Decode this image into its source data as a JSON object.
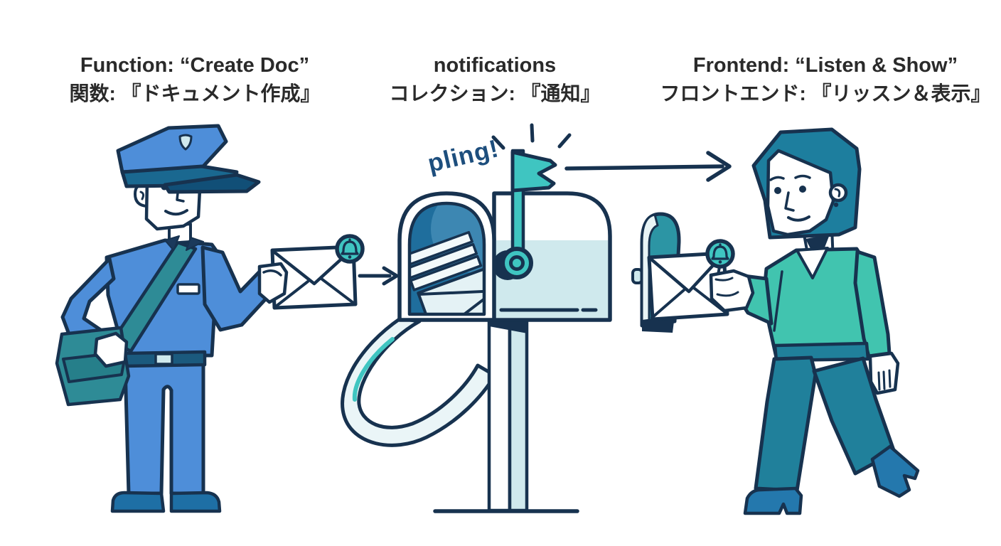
{
  "labels": {
    "left": {
      "en": "Function: “Create Doc”",
      "ja": "関数: 『ドキュメント作成』"
    },
    "center": {
      "en": "notifications",
      "ja": "コレクション: 『通知』"
    },
    "right": {
      "en": "Frontend: “Listen & Show”",
      "ja": "フロントエンド: 『リッスン＆表示』"
    }
  },
  "sound_effect": "pling!",
  "icon_names": [
    "postman-character",
    "envelope-with-bell-badge-icon",
    "arrow-right-icon",
    "mailbox-with-flag-icon",
    "mailbox-door-icon",
    "recipient-character"
  ],
  "colors": {
    "outline": "#17324f",
    "postman_blue": "#4e8ed9",
    "cap_band": "#1a6890",
    "visor": "#114f77",
    "teal_accent": "#3fc5c1",
    "bag_teal": "#2e8b96",
    "light_blue": "#cfe9ed",
    "mailbox_interior": "#1f6e9d",
    "interior_highlight": "#3d87b2",
    "door_interior": "#2c95a4",
    "hair_teal": "#1d7e9e",
    "sweater_teal": "#41c4af",
    "pants_teal": "#20809b",
    "boots_blue": "#2478ad",
    "shoes_blue": "#1e6fa5",
    "text_dark": "#2a2a2a",
    "pling_navy": "#1d4e7d"
  }
}
